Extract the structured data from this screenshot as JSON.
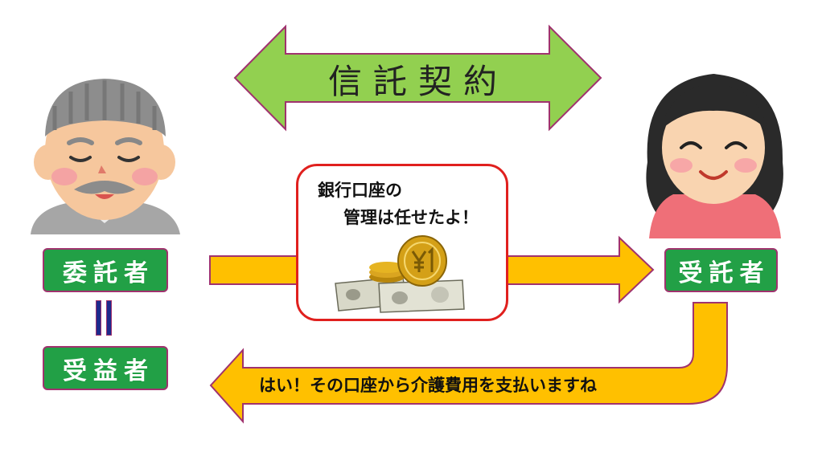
{
  "contract": {
    "title": "信託契約"
  },
  "roles": {
    "settlor": "委託者",
    "beneficiary": "受益者",
    "trustee": "受託者"
  },
  "bubble": {
    "line1": "銀行口座の",
    "line2": "管理は任せたよ！"
  },
  "return_message": "はい！その口座から介護費用を支払いますね",
  "colors": {
    "contract_arrow": "#92d050",
    "flow_arrow": "#ffc000",
    "role_box": "#22a046",
    "bubble_border": "#e0201e",
    "equals_mark": "#1e2a8c"
  }
}
